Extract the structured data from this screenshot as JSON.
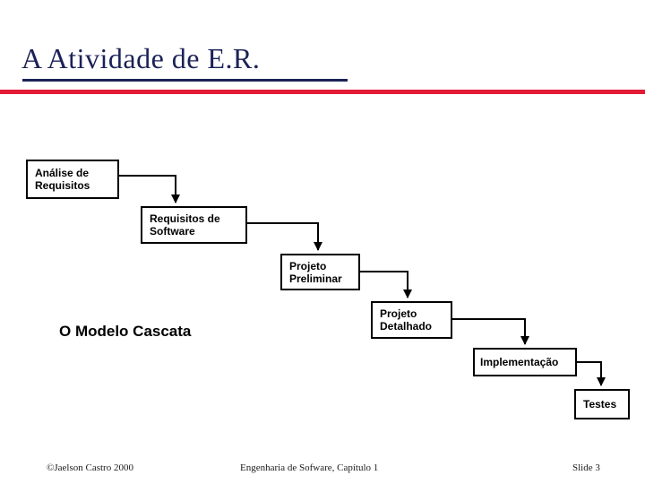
{
  "slide": {
    "title": "A Atividade de E.R.",
    "caption": "O Modelo Cascata",
    "accent_color": "#e41b37",
    "title_color": "#1b2257",
    "background_color": "#ffffff"
  },
  "diagram": {
    "type": "flowchart",
    "orientation": "cascading-down-right",
    "nodes": [
      {
        "id": "analise",
        "label_line1": "Análise  de",
        "label_line2": "Requisitos"
      },
      {
        "id": "requisitos",
        "label_line1": "Requisitos de",
        "label_line2": "Software"
      },
      {
        "id": "preliminar",
        "label_line1": "Projeto",
        "label_line2": "Preliminar"
      },
      {
        "id": "detalhado",
        "label_line1": "Projeto",
        "label_line2": "Detalhado"
      },
      {
        "id": "implementacao",
        "label_line1": "Implementação",
        "label_line2": ""
      },
      {
        "id": "testes",
        "label_line1": "Testes",
        "label_line2": ""
      }
    ],
    "edges": [
      {
        "from": "analise",
        "to": "requisitos"
      },
      {
        "from": "requisitos",
        "to": "preliminar"
      },
      {
        "from": "preliminar",
        "to": "detalhado"
      },
      {
        "from": "detalhado",
        "to": "implementacao"
      },
      {
        "from": "implementacao",
        "to": "testes"
      }
    ],
    "line_color": "#000000"
  },
  "footer": {
    "left": "©Jaelson Castro  2000",
    "center": "Engenharia de Sofware, Capítulo 1",
    "right": "Slide  3"
  }
}
